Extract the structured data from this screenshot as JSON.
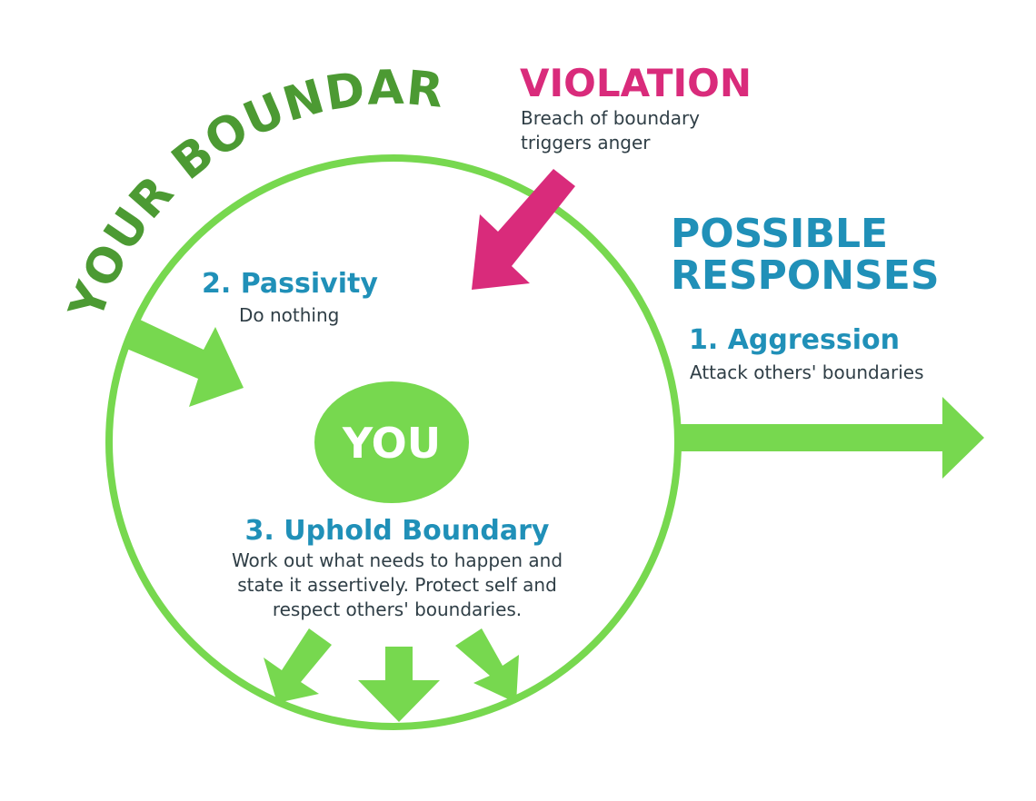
{
  "boundary_title": "YOUR BOUNDARY",
  "violation": {
    "title": "VIOLATION",
    "lines": [
      "Breach of boundary",
      "triggers anger"
    ]
  },
  "responses_title": {
    "lines": [
      "POSSIBLE",
      "RESPONSES"
    ]
  },
  "aggression": {
    "title": "1. Aggression",
    "desc": "Attack others' boundaries"
  },
  "passivity": {
    "title": "2. Passivity",
    "desc": "Do nothing"
  },
  "center_label": "YOU",
  "uphold": {
    "title": "3. Uphold Boundary",
    "lines": [
      "Work out what needs to happen and",
      "state it assertively. Protect self and",
      "respect others' boundaries."
    ]
  },
  "colors": {
    "green": "#77d84f",
    "dark_green": "#4c9a33",
    "pink": "#d92b7b",
    "blue": "#2090b8",
    "text": "#2f3e46"
  }
}
